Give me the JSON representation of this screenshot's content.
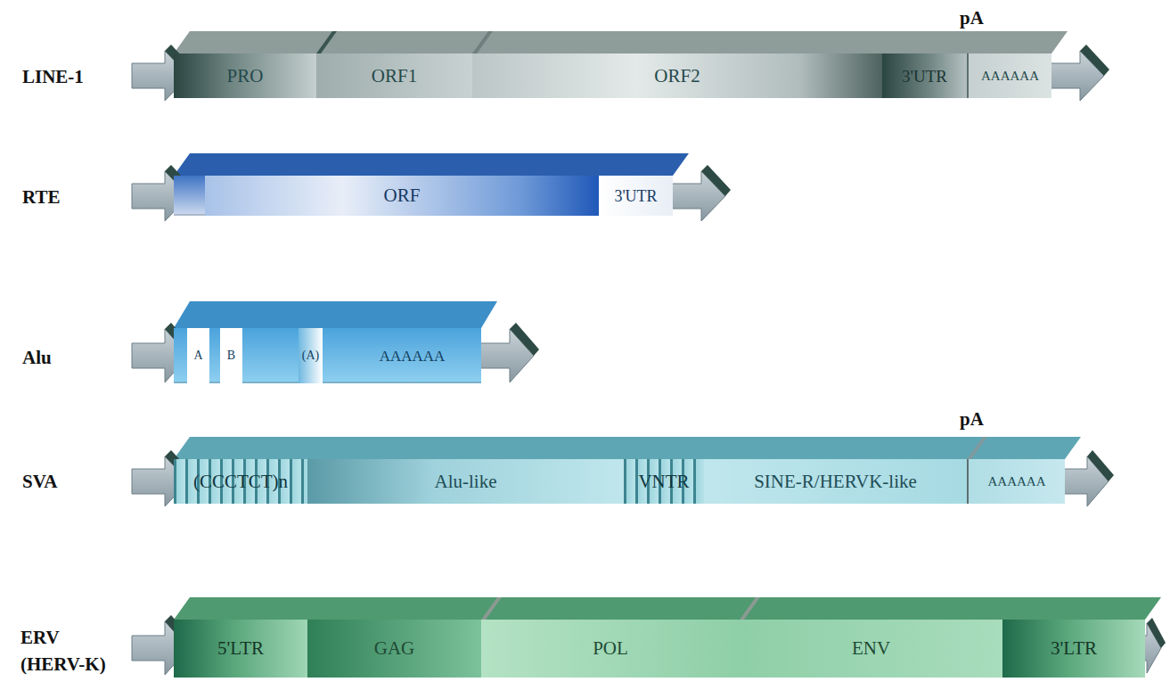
{
  "diagram": {
    "nodes": [
      {
        "text": [
          "LINE-1"
        ]
      },
      {
        "text": [
          "PRO"
        ],
        "in": 0
      },
      {
        "text": [
          "ORF1"
        ],
        "in": 0
      },
      {
        "text": [
          "ORF2"
        ],
        "in": 0
      },
      {
        "text": [
          "3'UTR"
        ],
        "in": 0
      },
      {
        "text": [
          "AAAAAA"
        ],
        "in": 0
      },
      {
        "text": [
          "RTE"
        ]
      },
      {
        "text": [
          "ORF"
        ],
        "in": 6
      },
      {
        "text": [
          "3'UTR"
        ],
        "in": 6
      },
      {
        "text": [
          "Alu"
        ]
      },
      {
        "text": [
          "A"
        ],
        "in": 9
      },
      {
        "text": [
          "B"
        ],
        "in": 9
      },
      {
        "text": [
          "(A)"
        ],
        "in": 9
      },
      {
        "text": [
          "AAAAAA"
        ],
        "in": 9
      },
      {
        "text": [
          "SVA"
        ]
      },
      {
        "text": [
          "(CCCTCT)n"
        ],
        "in": 14
      },
      {
        "text": [
          "Alu-like"
        ],
        "in": 14
      },
      {
        "text": [
          "VNTR"
        ],
        "in": 14
      },
      {
        "text": [
          "SINE-R/HERVK-like"
        ],
        "in": 14
      },
      {
        "text": [
          "AAAAAA"
        ],
        "in": 14
      },
      {
        "text": [
          "ERV (HERV-K)"
        ]
      },
      {
        "text": [
          "5'LTR"
        ],
        "in": 20
      },
      {
        "text": [
          "GAG"
        ],
        "in": 20
      },
      {
        "text": [
          "POL"
        ],
        "in": 20
      },
      {
        "text": [
          "ENV"
        ],
        "in": 20
      },
      {
        "text": [
          "3'LTR"
        ],
        "in": 20
      }
    ],
    "labels": [
      "pA",
      "pA"
    ]
  }
}
